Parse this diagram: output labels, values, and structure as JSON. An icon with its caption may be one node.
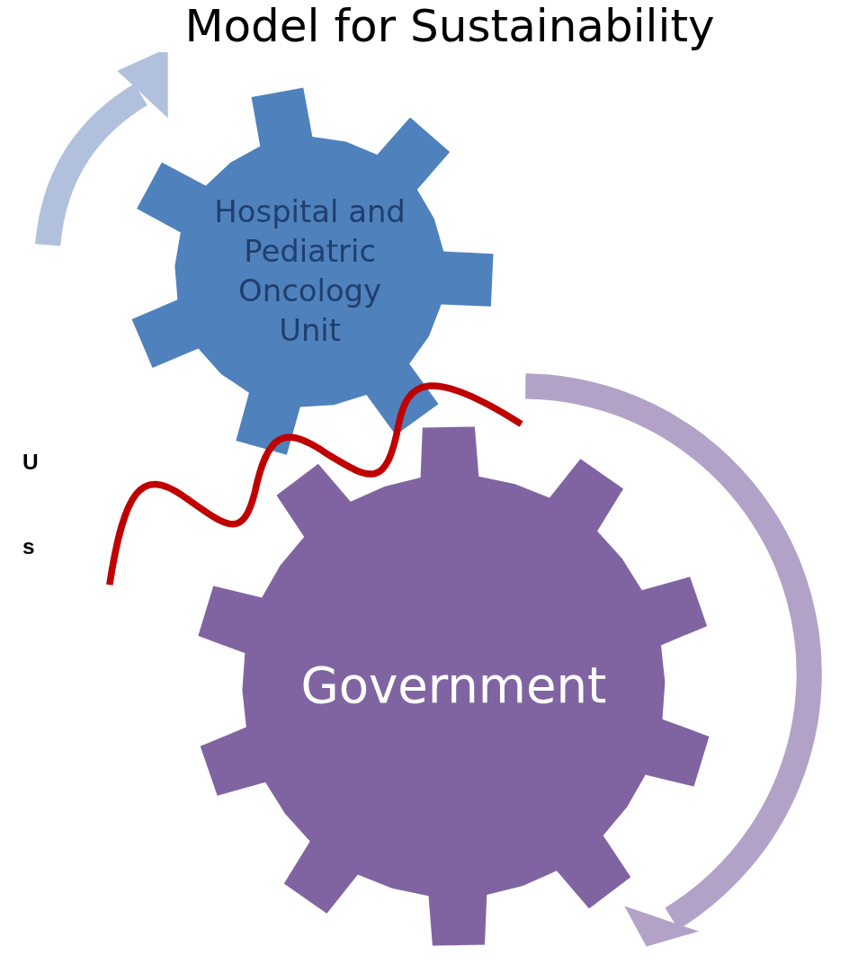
{
  "diagram": {
    "title": "Model for Sustainability",
    "nodes": [
      {
        "text": [
          "Hospital and Pediatric Oncology Unit"
        ]
      },
      {
        "text": [
          "Government"
        ]
      }
    ],
    "labels": [
      "U",
      "s"
    ]
  }
}
